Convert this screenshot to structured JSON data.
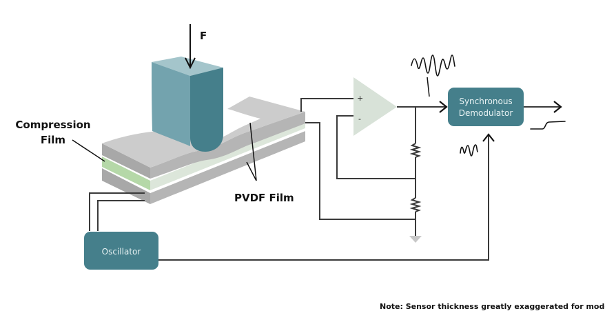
{
  "diagram": {
    "labels": {
      "force": "F",
      "compression_film_line1": "Compression",
      "compression_film_line2": "Film",
      "pvdf_film": "PVDF Film",
      "opamp_plus": "+",
      "opamp_minus": "-",
      "note": "Note: Sensor thickness greatly exaggerated for model"
    },
    "blocks": {
      "oscillator": "Oscillator",
      "demod_line1": "Synchronous",
      "demod_line2": "Demodulator"
    },
    "colors": {
      "block_fill": "#457f8b",
      "press_front": "#73a3ae",
      "press_side": "#457f8b",
      "press_top": "#a4c5cb",
      "layer_top": "#cccccc",
      "layer_side": "#b3b3b3",
      "compression_film": "#b5d8a8",
      "compression_film_light": "#dce6da",
      "opamp": "#d8e2d8",
      "ground": "#c8c8c8"
    }
  }
}
